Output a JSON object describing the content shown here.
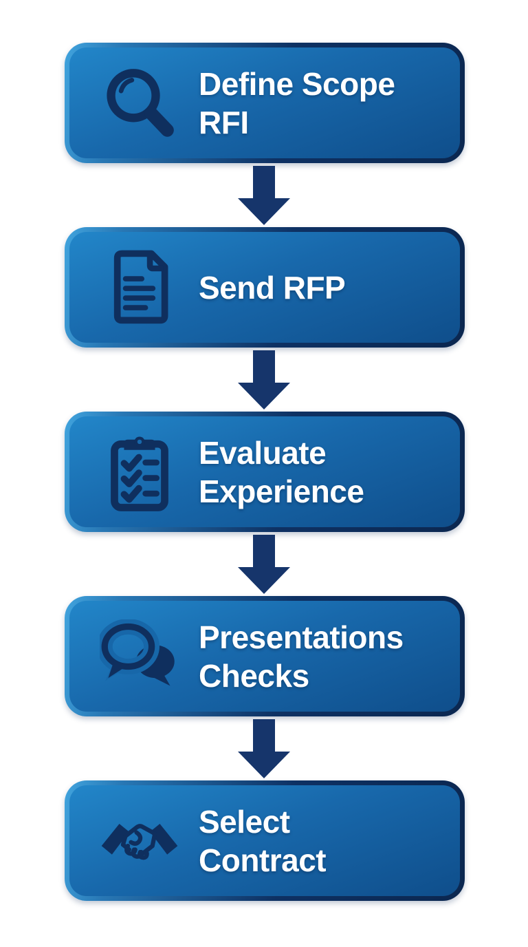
{
  "diagram": {
    "type": "vertical-process-flow",
    "colors": {
      "box_fill_top": "#2286c9",
      "box_fill_bottom": "#0f4e8b",
      "border_light": "#41a4de",
      "border_dark": "#0b2750",
      "icon_navy": "#0f2f5e",
      "arrow_navy": "#16356b",
      "text": "#ffffff",
      "background": "#ffffff"
    },
    "connector_icon": "down-arrow-icon"
  },
  "steps": [
    {
      "icon": "magnifier-icon",
      "line1": "Define Scope",
      "line2": "RFI"
    },
    {
      "icon": "document-icon",
      "line1": "Send RFP",
      "line2": ""
    },
    {
      "icon": "checklist-icon",
      "line1": "Evaluate",
      "line2": "Experience"
    },
    {
      "icon": "speech-bubbles-icon",
      "line1": "Presentations",
      "line2": "Checks"
    },
    {
      "icon": "handshake-icon",
      "line1": "Select",
      "line2": "Contract"
    }
  ]
}
